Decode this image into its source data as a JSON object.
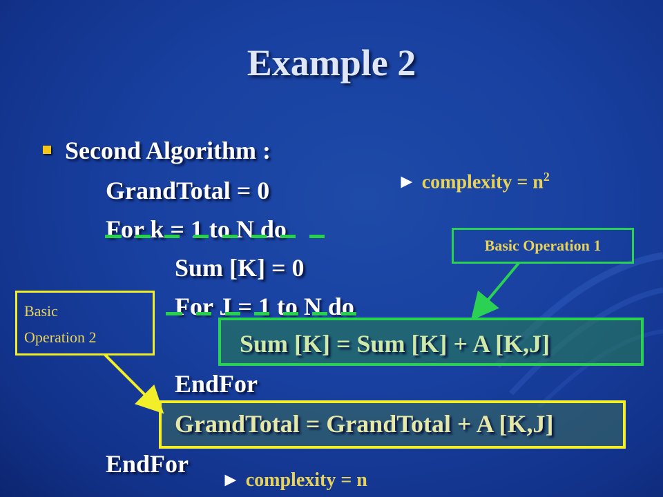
{
  "title": "Example 2",
  "algorithm": {
    "heading": "Second  Algorithm :",
    "lines": [
      "GrandTotal = 0",
      "For k =  1 to N do",
      "Sum [K] = 0",
      "For J = 1 to N do",
      "Sum [K] = Sum [K] + A [K,J]",
      "EndFor",
      "GrandTotal = GrandTotal + A [K,J]",
      "EndFor"
    ]
  },
  "annotations": {
    "complexity_top": {
      "prefix": "complexity = n",
      "sup": "2"
    },
    "complexity_bottom": "complexity = n",
    "basic_op_1": "Basic Operation 1",
    "basic_op_2_line1": "Basic",
    "basic_op_2_line2": "Operation 2"
  },
  "colors": {
    "background": "#1840a0",
    "highlight_green": "#2bd152",
    "highlight_yellow": "#f2ee2a",
    "annotation_text": "#e8d35a",
    "code_text": "#ffffff",
    "bullet": "#f5c518"
  }
}
